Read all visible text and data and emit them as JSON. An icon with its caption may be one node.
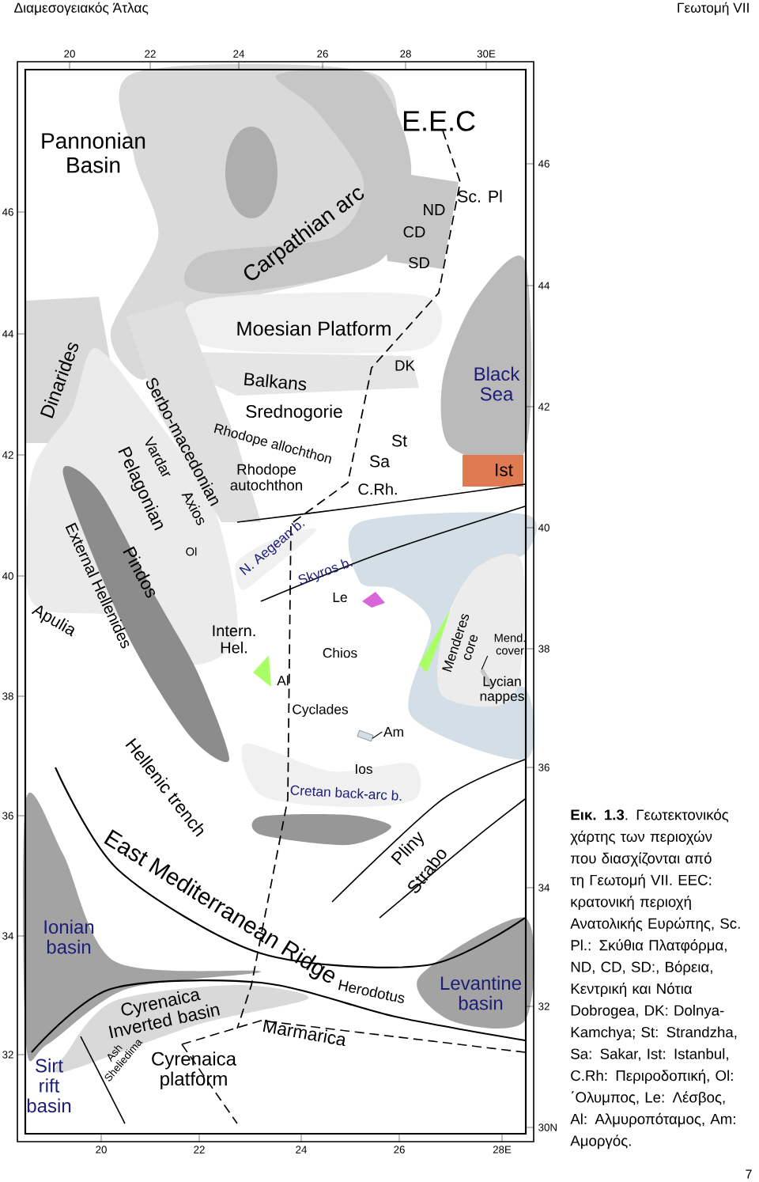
{
  "diagram": {
    "caption": "**Εικ. 1.3**. Γεωτεκτονικός χάρτης των περιοχών που διασχίζονται από τη Γεωτομή VII. EEC: κρατονική περιοχή Ανατολικής Ευρώπης, Sc. Pl.: Σκύθια Πλατφόρμα, ND, CD, SD:, Βόρεια, Κεντρική και Νότια Dobrogea, DK: Dolnya-Kamchya; St: Strandzha, Sa: Sakar, Ist: Istanbul, C.Rh: Περιροδοπική, Ol: ΄Ολυμπος, Le: Λέσβος, Al: Αλμυροπόταμος, Am: Αμοργός.",
    "nodes": [
      {
        "text": [
          "Am"
        ]
      },
      {
        "text": [
          "Mend. cover"
        ]
      },
      {
        "text": [],
        "shape": "picture"
      },
      {
        "text": [],
        "shape": "bar"
      }
    ],
    "edges": [
      {
        "from": 0,
        "to": 2,
        "arrow": "none"
      },
      {
        "from": 1,
        "to": 3,
        "arrow": "none"
      }
    ],
    "labels": [
      "Διαμεσογειακός Άτλας",
      "Γεωτομή VII",
      "20",
      "22",
      "24",
      "26",
      "28",
      "30E",
      "46",
      "44",
      "42",
      "40",
      "38",
      "36",
      "34",
      "32",
      "46",
      "44",
      "42",
      "40",
      "38",
      "36",
      "34",
      "32",
      "30N",
      "Pannonian Basin",
      "E.E.C",
      "Sc. Pl",
      "ND",
      "CD",
      "SD",
      "Carpathian arc",
      "Moesian Platform",
      "DK",
      "Black Sea",
      "Dinarides",
      "Balkans",
      "Srednogorie",
      "Serbo-macedonian",
      "Vardar",
      "Axios",
      "Rhodope allochthon",
      "Rhodope autochthon",
      "St",
      "Sa",
      "C.Rh.",
      "Ist",
      "Pelagonian",
      "Ol",
      "External Hellenides",
      "Pindos",
      "Apulia",
      "N. Aegean b.",
      "Skyros b.",
      "Le",
      "Intern. Hel.",
      "Chios",
      "Al",
      "Menderes core",
      "Lycian nappes",
      "Cyclades",
      "Ios",
      "Cretan back-arc b.",
      "Hellenic trench",
      "East Mediterranean Ridge",
      "Pliny",
      "Strabo",
      "Ionian basin",
      "Herodotus",
      "Levantine basin",
      "Cyrenaica Inverted basin",
      "Marmarica",
      "Ash Sheliedima",
      "Sirt rift basin",
      "Cyrenaica platform",
      "20",
      "22",
      "24",
      "26",
      "28E",
      "7"
    ]
  }
}
